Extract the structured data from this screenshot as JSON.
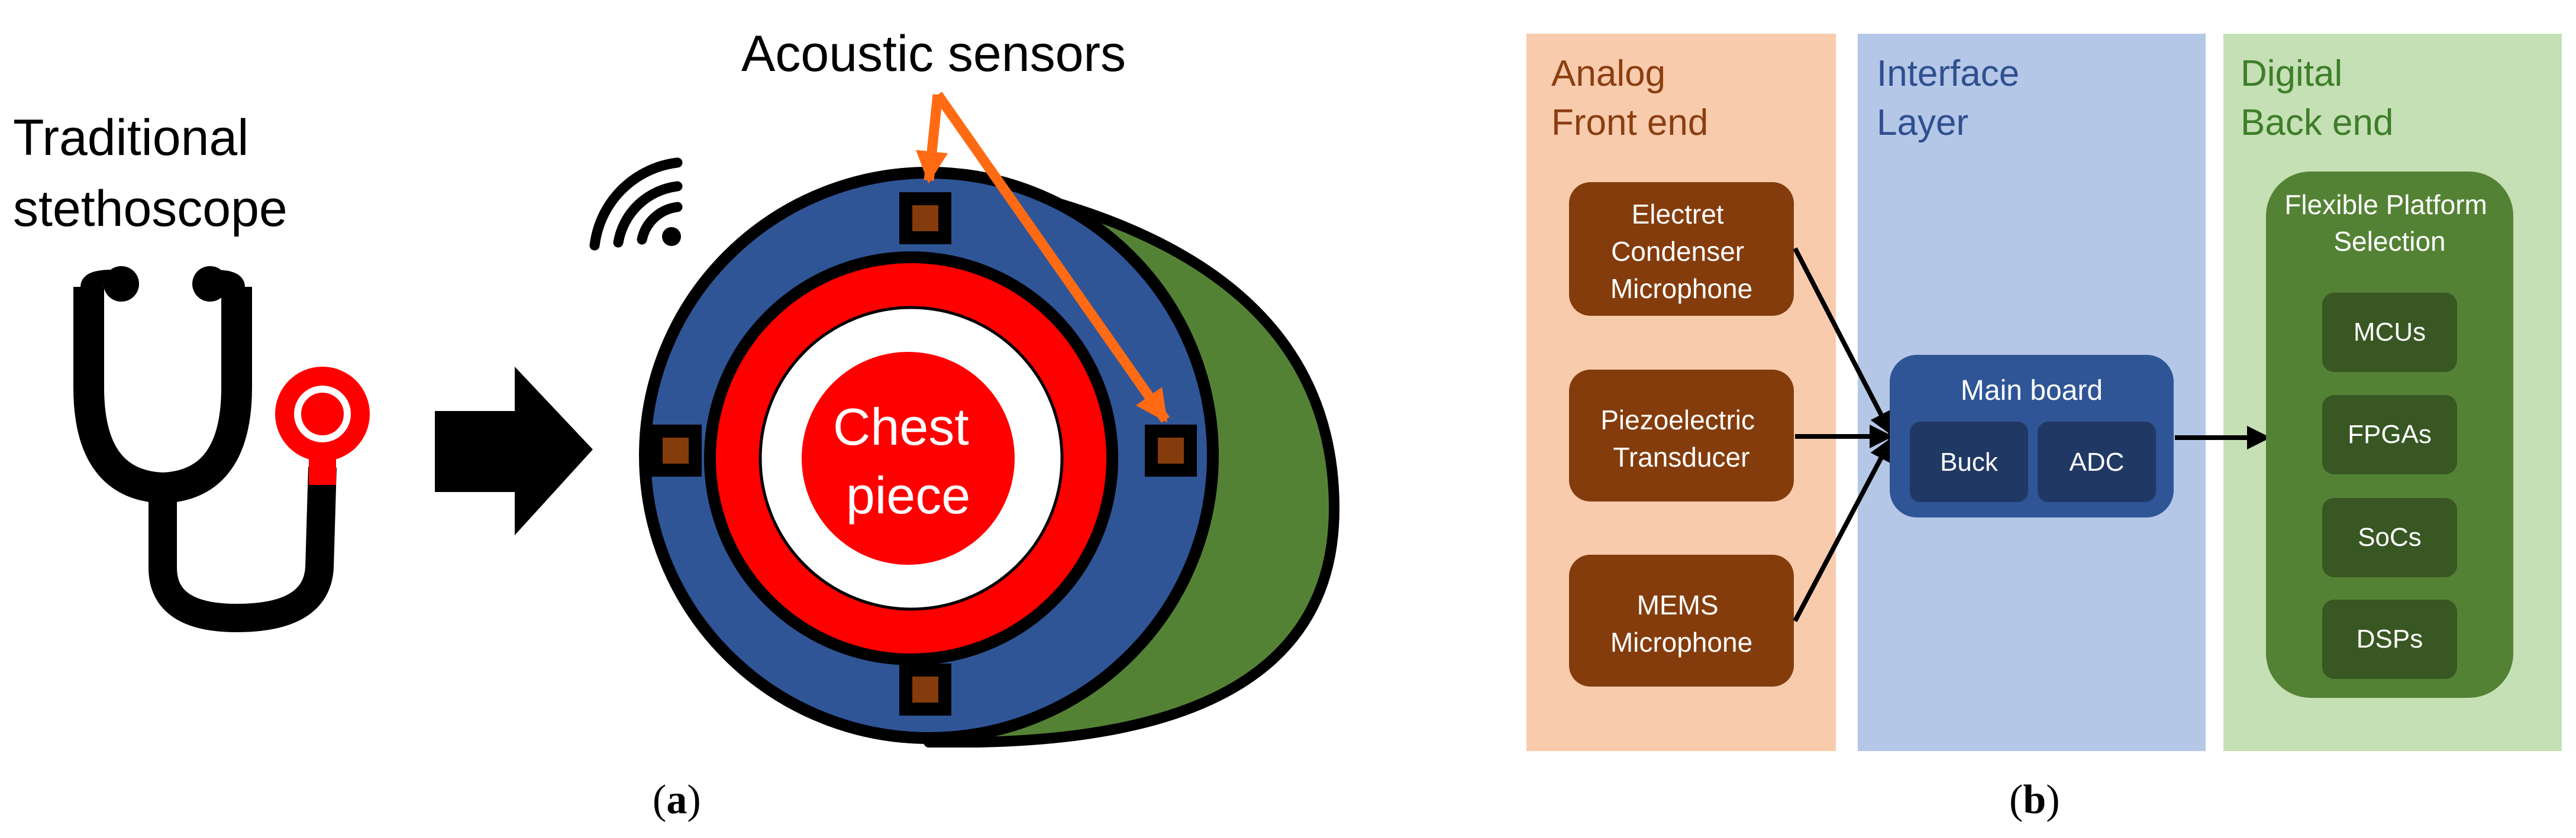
{
  "panel_a": {
    "stethoscope_label": [
      "Traditional",
      "stethoscope"
    ],
    "sensors_label": "Acoustic sensors",
    "chest_label": [
      "Chest",
      "piece"
    ],
    "caption": [
      "(",
      "a",
      ")"
    ],
    "icons": [
      "stethoscope-icon",
      "wireless-signal-icon",
      "right-arrow-icon"
    ],
    "colors": {
      "ring_blue": "#2F5597",
      "side_green": "#548235",
      "red": "#FF0000",
      "sensor_brown": "#843C0C",
      "arrow_orange": "#FF6A13"
    }
  },
  "panel_b": {
    "columns": [
      {
        "title": [
          "Analog",
          "Front end"
        ],
        "bg": "#F8CBAD"
      },
      {
        "title": [
          "Interface",
          "Layer"
        ],
        "bg": "#B4C7E7"
      },
      {
        "title": [
          "Digital",
          "Back end"
        ],
        "bg": "#C5E0B4"
      }
    ],
    "front_end_items": [
      [
        "Electret",
        "Condenser",
        "Microphone"
      ],
      [
        "Piezoelectric",
        "Transducer"
      ],
      [
        "MEMS",
        "Microphone"
      ]
    ],
    "main_board": {
      "title": "Main board",
      "parts": [
        "Buck",
        "ADC"
      ]
    },
    "platform": {
      "title": [
        "Flexible Platform",
        "Selection"
      ],
      "items": [
        "MCUs",
        "FPGAs",
        "SoCs",
        "DSPs"
      ]
    },
    "caption": [
      "(",
      "b",
      ")"
    ],
    "colors": {
      "front_box": "#843C0C",
      "main_board": "#2F5597",
      "main_part": "#203864",
      "platform": "#548235",
      "platform_item": "#385723"
    }
  }
}
